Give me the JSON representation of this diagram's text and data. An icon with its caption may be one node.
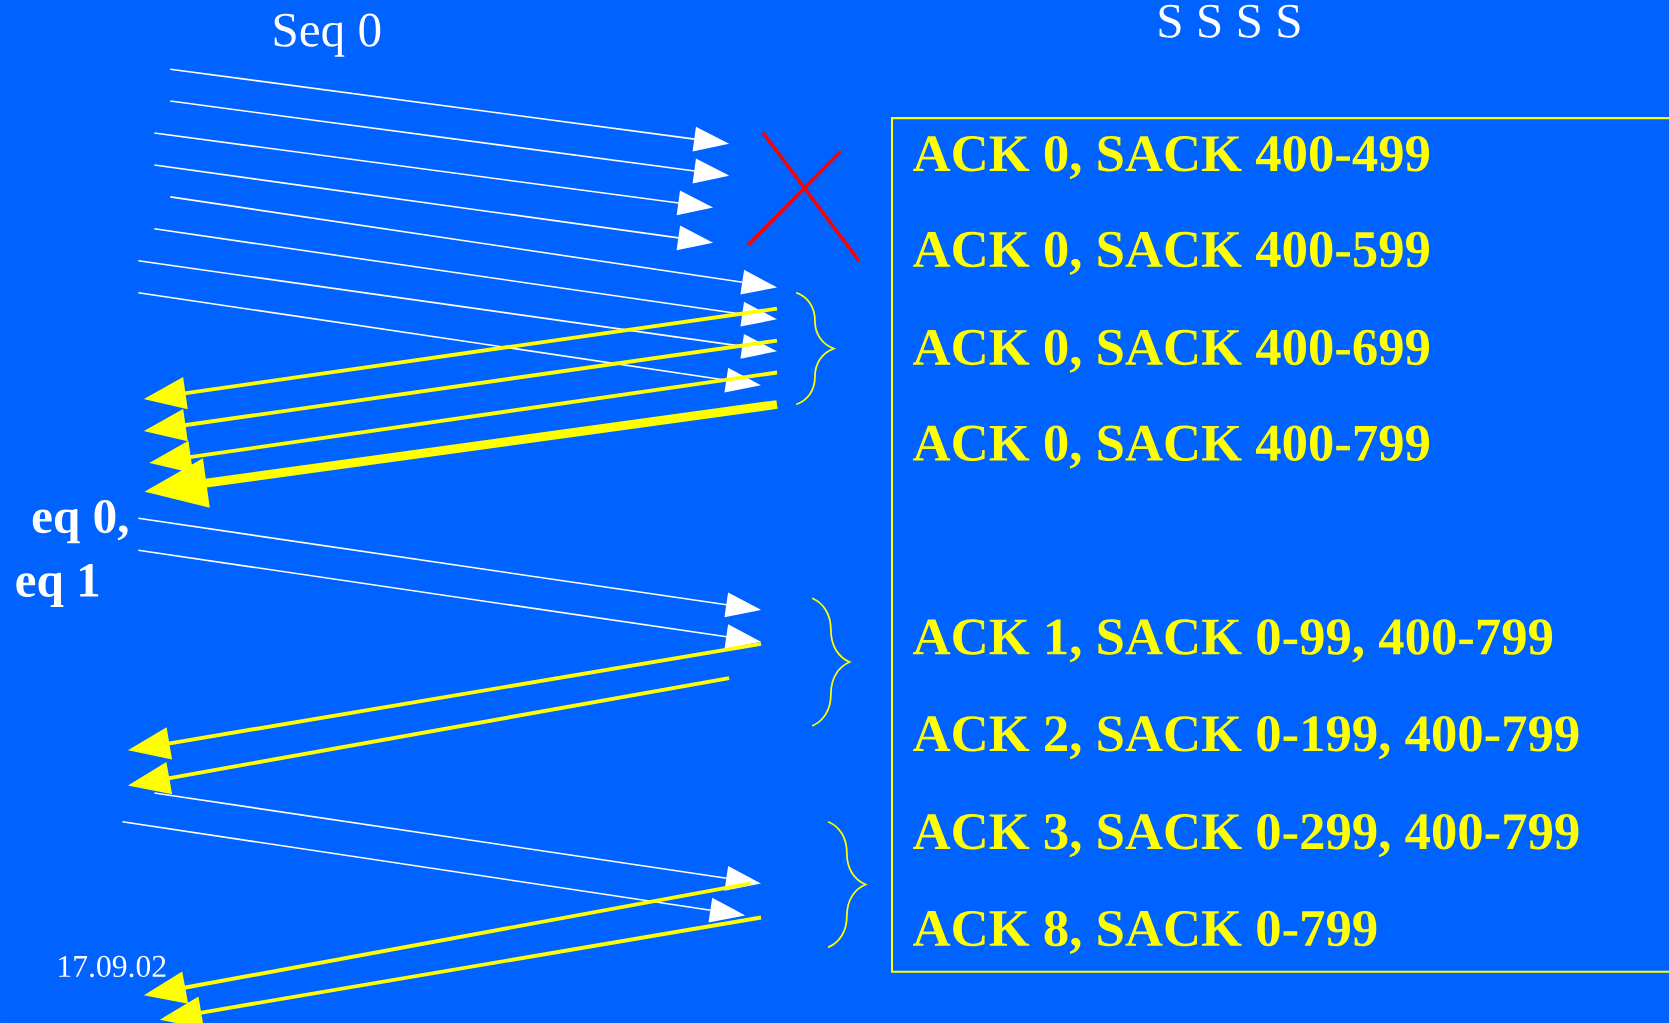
{
  "diagram": {
    "nodes": [
      {
        "text": [
          "ACK 0, SACK  400-499",
          "ACK 0, SACK 400-599",
          "ACK 0, SACK 400-699",
          "ACK 0, SACK 400-799",
          "ACK 1, SACK 0-99, 400-799",
          "ACK 2, SACK 0-199, 400-799",
          "ACK 3, SACK 0-299, 400-799",
          "ACK 8, SACK 0-799"
        ]
      }
    ],
    "labels": [
      "S S S S",
      "Seq 0",
      "eq 0,",
      "eq 1",
      "17.09.02"
    ]
  }
}
